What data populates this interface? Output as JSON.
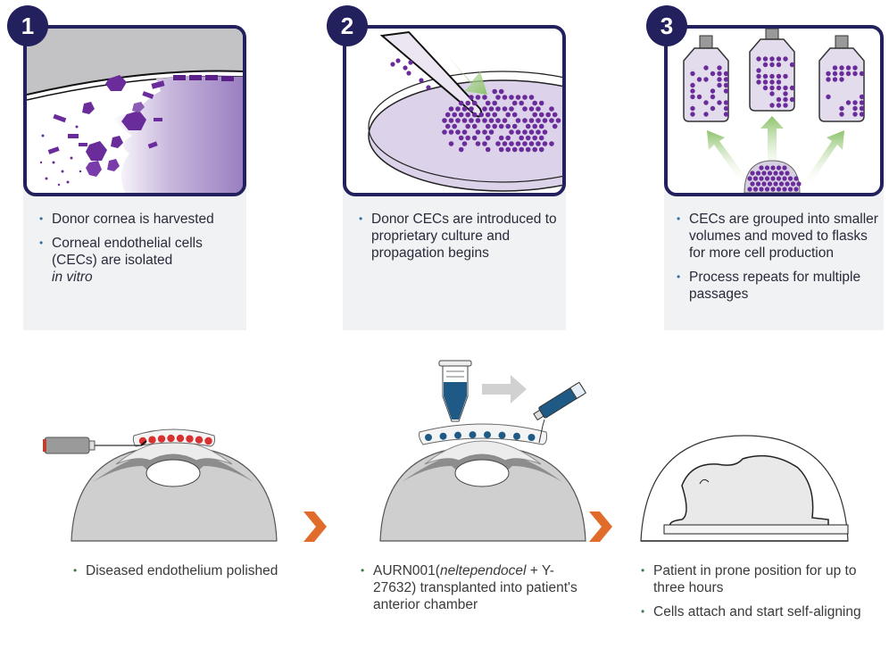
{
  "colors": {
    "badge_navy": "#23205e",
    "cell_purple": "#6a2c9a",
    "culture_lavender": "#d9cfe6",
    "arrow_green": "#8cc26a",
    "chevron_orange": "#e06b2a",
    "diseased_red": "#d93030",
    "transplant_blue": "#1f5a86",
    "tissue_gray": "#cfcfcf"
  },
  "top_steps": [
    {
      "number": "1",
      "illustration": "corneal-tissue-dissociation",
      "bullets": [
        {
          "text": "Donor cornea is harvested"
        },
        {
          "text": "Corneal endothelial cells (CECs) are isolated",
          "italic_suffix": "in vitro"
        }
      ]
    },
    {
      "number": "2",
      "illustration": "pipette-petri-dish-culture",
      "bullets": [
        {
          "text": "Donor CECs are introduced to proprietary culture and propagation begins"
        }
      ]
    },
    {
      "number": "3",
      "illustration": "cell-flasks-expansion",
      "bullets": [
        {
          "text": "CECs are grouped into smaller volumes and moved to flasks for more cell production"
        },
        {
          "text": "Process repeats for multiple passages"
        }
      ]
    }
  ],
  "bottom_steps": [
    {
      "illustration": "eye-polishing-diseased-endothelium",
      "bullets": [
        {
          "text": "Diseased endothelium polished"
        }
      ]
    },
    {
      "illustration": "eye-injection-transplant",
      "bullets": [
        {
          "prefix": "AURN001(",
          "italic": "neltependocel",
          "suffix": " + Y-27632) transplanted into patient's anterior chamber"
        }
      ]
    },
    {
      "illustration": "patient-prone-position",
      "bullets": [
        {
          "text": "Patient in prone position for up to three hours"
        },
        {
          "text": "Cells attach and start self-aligning"
        }
      ]
    }
  ],
  "bullet_glyph": "•"
}
